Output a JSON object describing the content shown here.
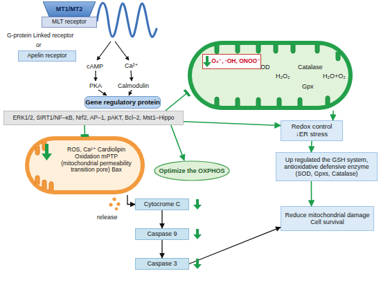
{
  "diagram": {
    "nodes": [
      {
        "text": [
          "MT1/MT2"
        ]
      },
      {
        "text": [
          "MLT receptor"
        ]
      },
      {
        "text": [
          "Apelin receptor"
        ]
      },
      {
        "text": [
          "Gene regulatory protein"
        ]
      },
      {
        "text": [
          "ERK1/2, SIRT1/NF–κB, Nrf2, AP–1, pAKT, Bcl–2, Mst1–Hippo"
        ]
      },
      {
        "text": [
          "SOD",
          "H₂O₂",
          "Catalase",
          "Gpx",
          "H₂O+O₂"
        ]
      },
      {
        "text": [
          "O₂⁻, ·OH, ONOO⁻"
        ],
        "in": 5
      },
      {
        "text": [
          "ROS, Ca²⁺ Cardiolipin Oxidation mPTP (mitochondrial permeability transition pore) Bax"
        ]
      },
      {
        "text": [
          "Optimize the OXPHOS"
        ]
      },
      {
        "text": [
          "Redox control ↓ER stress"
        ]
      },
      {
        "text": [
          "Up regulated the GSH system, antioxidative defensive enzyme (SOD, Gpxs, Catalase)"
        ]
      },
      {
        "text": [
          "Reduce mitochondrial damage Cell survival"
        ]
      },
      {
        "text": [
          "Cytocrome C"
        ]
      },
      {
        "text": [
          "Caspase 9"
        ]
      },
      {
        "text": [
          "Caspase 3"
        ]
      }
    ],
    "edges": [
      {
        "from": 4,
        "to": 5,
        "arrow": "to"
      },
      {
        "from": 4,
        "to": 7,
        "arrow": "to"
      },
      {
        "from": 4,
        "to": 8,
        "arrow": "to"
      },
      {
        "from": 4,
        "to": 9,
        "arrow": "to"
      },
      {
        "from": 5,
        "to": 9,
        "arrow": "to"
      },
      {
        "from": 9,
        "to": 10,
        "arrow": "to"
      },
      {
        "from": 10,
        "to": 11,
        "arrow": "to"
      },
      {
        "from": 7,
        "to": 12,
        "arrow": "to",
        "label": "release"
      },
      {
        "from": 12,
        "to": 13,
        "arrow": "to"
      },
      {
        "from": 13,
        "to": 14,
        "arrow": "to"
      },
      {
        "from": 14,
        "to": 11,
        "arrow": "to"
      }
    ],
    "labels": [
      "G-protein Linked receptor",
      "or",
      "cAMP",
      "Ca²⁺",
      "PKA",
      "Calmodulin"
    ]
  }
}
